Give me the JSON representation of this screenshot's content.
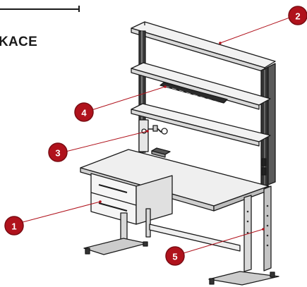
{
  "heading": "KACE",
  "colors": {
    "badge": "#b0121c",
    "badge_ring": "#7a0c13",
    "line": "#1a1a1a",
    "callout": "#b0121c"
  },
  "callouts": [
    {
      "id": "1",
      "label": "1"
    },
    {
      "id": "2",
      "label": "2"
    },
    {
      "id": "3",
      "label": "3"
    },
    {
      "id": "4",
      "label": "4"
    },
    {
      "id": "5",
      "label": "5"
    }
  ]
}
